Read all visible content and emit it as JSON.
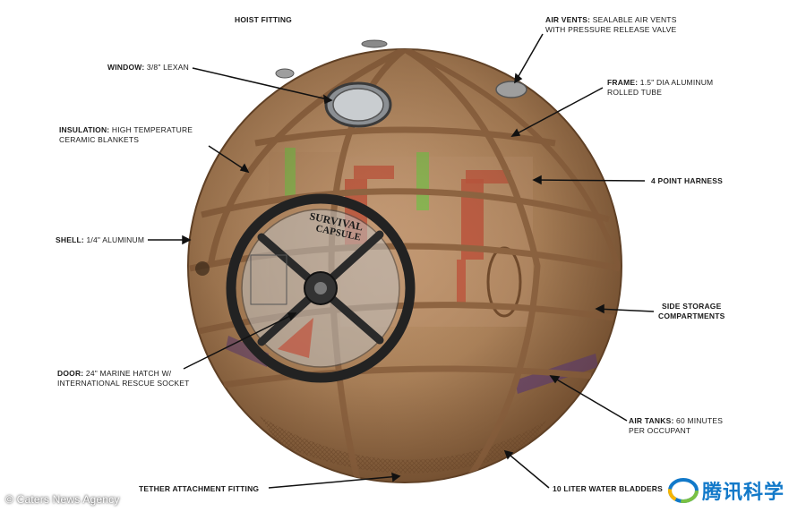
{
  "callouts": {
    "hoist": {
      "line1": "HOIST FITTING"
    },
    "window": {
      "label": "WINDOW:",
      "line1": " 3/8\" LEXAN"
    },
    "air_vents": {
      "label": "AIR VENTS:",
      "line1": " SEALABLE AIR VENTS",
      "line2": "WITH PRESSURE RELEASE VALVE"
    },
    "frame": {
      "label": "FRAME:",
      "line1": " 1.5\" DIA ALUMINUM",
      "line2": "ROLLED TUBE"
    },
    "insulation": {
      "label": "INSULATION:",
      "line1": " HIGH TEMPERATURE",
      "line2": "CERAMIC BLANKETS"
    },
    "harness": {
      "line1": "4 POINT HARNESS"
    },
    "shell": {
      "label": "SHELL:",
      "line1": " 1/4\" ALUMINUM"
    },
    "storage": {
      "line1": "SIDE STORAGE",
      "line2": "COMPARTMENTS"
    },
    "door": {
      "label": "DOOR:",
      "line1": " 24\" MARINE HATCH W/",
      "line2": "INTERNATIONAL RESCUE SOCKET"
    },
    "air_tanks": {
      "label": "AIR TANKS:",
      "line1": " 60 MINUTES",
      "line2": "PER OCCUPANT"
    },
    "tether": {
      "line1": "TETHER ATTACHMENT FITTING"
    },
    "water": {
      "line1": "10 LITER WATER BLADDERS"
    }
  },
  "hatch_logo": {
    "line1": "SURVIVAL",
    "line2": "CAPSULE"
  },
  "credit": "© Caters News Agency",
  "watermark": "腾讯科学",
  "colors": {
    "shell": "#b0865d",
    "shell_dark": "#7a5534",
    "frame": "#9c7049",
    "hatch_ring": "#222222",
    "pipe_red": "#c0503a",
    "pipe_green": "#7cc04e",
    "tank_purple": "#5a3a7a",
    "watermark_blue": "#1279c9"
  }
}
